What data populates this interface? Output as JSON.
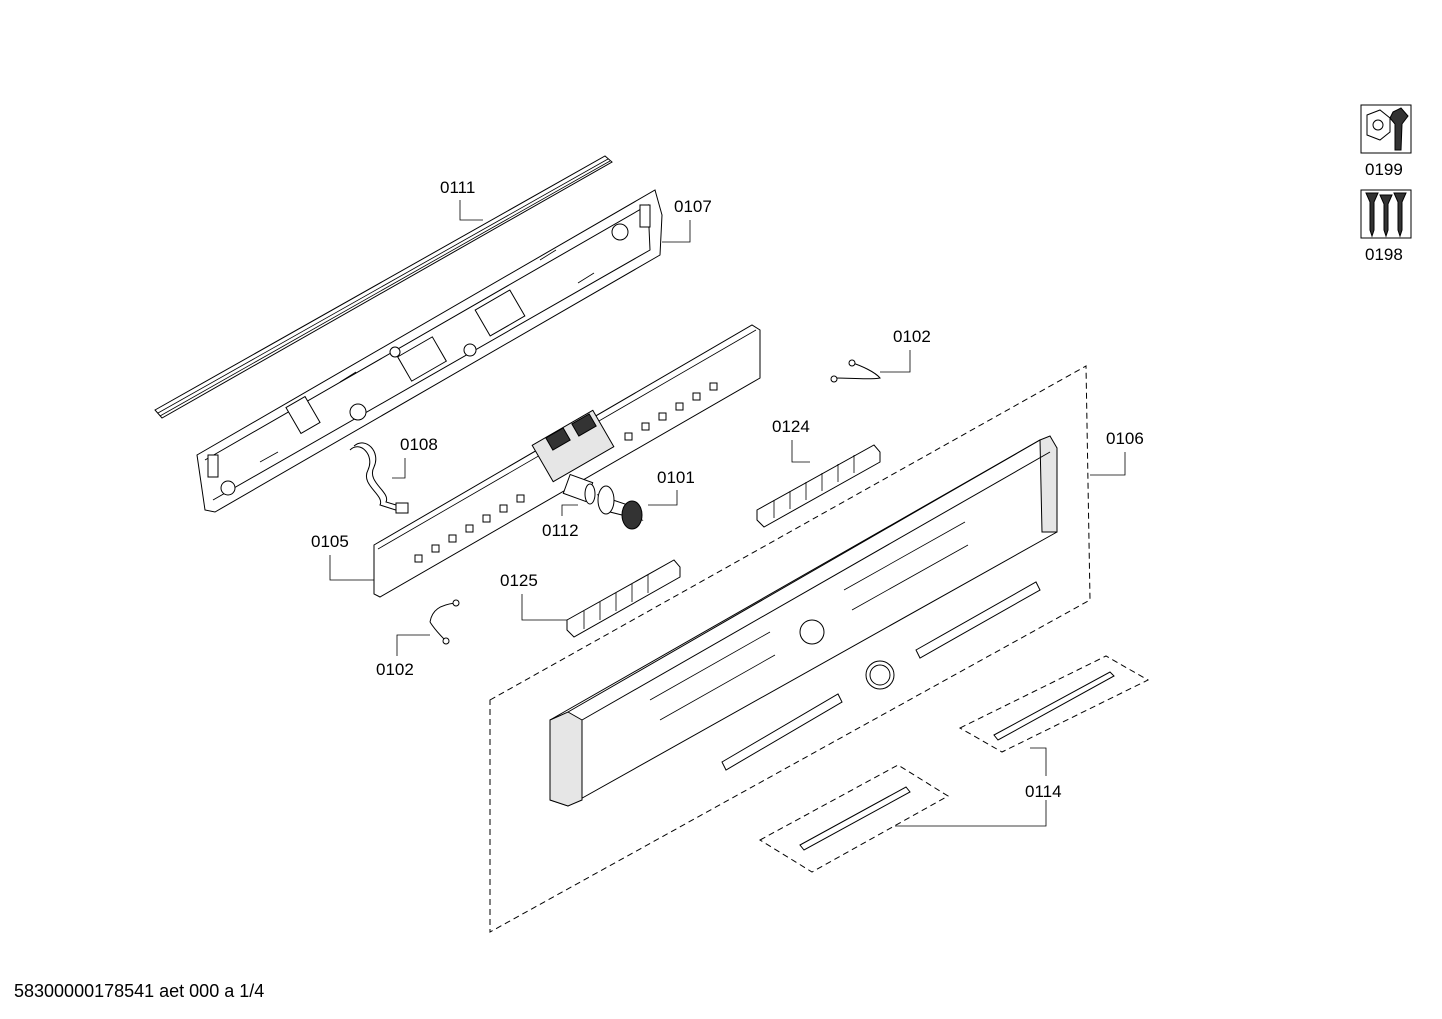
{
  "labels": {
    "p0111": "0111",
    "p0107": "0107",
    "p0108": "0108",
    "p0105": "0105",
    "p0102_top": "0102",
    "p0102_bottom": "0102",
    "p0124": "0124",
    "p0101": "0101",
    "p0112": "0112",
    "p0125": "0125",
    "p0106": "0106",
    "p0114": "0114",
    "p0199": "0199",
    "p0198": "0198"
  },
  "icons": {
    "p0199": "wrench-nut-icon",
    "p0198": "screws-icon"
  },
  "footer": "58300000178541 aet 000 a 1/4"
}
